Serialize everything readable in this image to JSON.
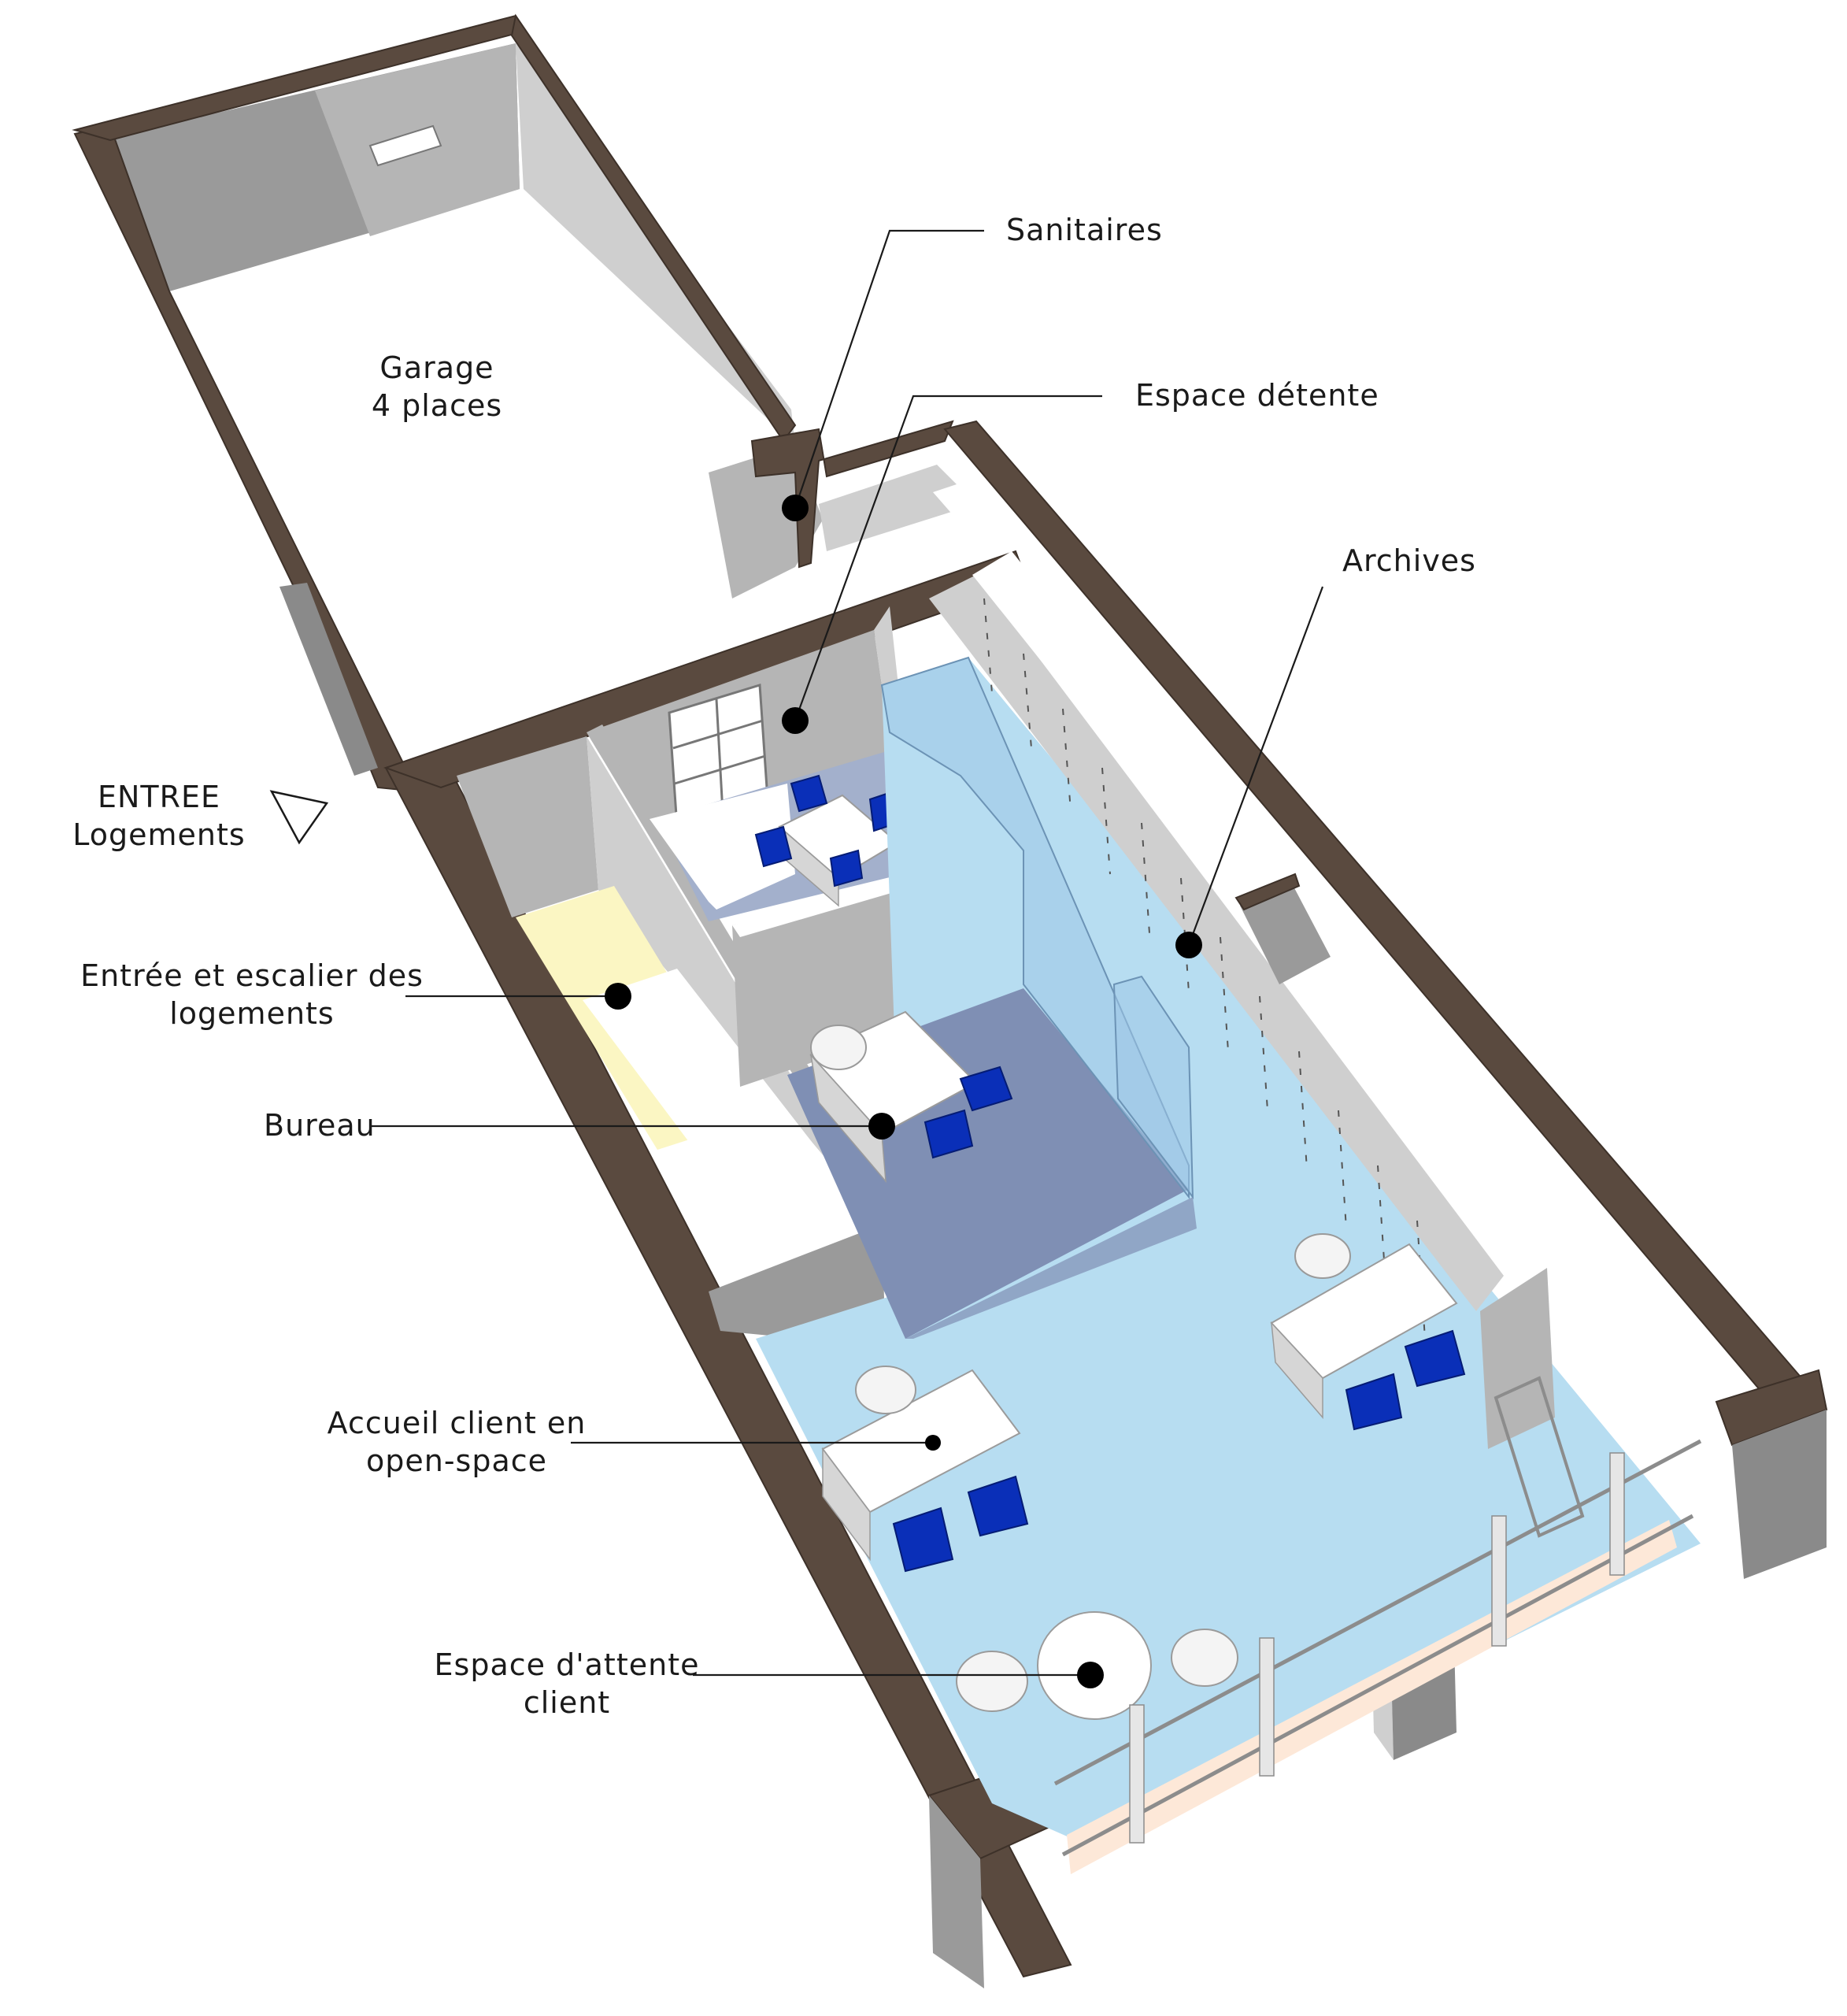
{
  "labels": {
    "garage_line1": "Garage",
    "garage_line2": "4 places",
    "sanitaires": "Sanitaires",
    "espace_detente": "Espace détente",
    "archives": "Archives",
    "entree_line1": "ENTREE",
    "entree_line2": "Logements",
    "entree_escalier_line1": "Entrée et escalier des",
    "entree_escalier_line2": "logements",
    "bureau": "Bureau",
    "accueil_line1": "Accueil client en",
    "accueil_line2": "open-space",
    "attente_line1": "Espace d'attente",
    "attente_line2": "client"
  },
  "colors": {
    "wall": "#5a4a3f",
    "floor_open_space": "#b7ddf1",
    "floor_bureau": "#7f8fb4",
    "stair_entry": "#fbf6c3",
    "chair_blue": "#0a2fb8"
  }
}
